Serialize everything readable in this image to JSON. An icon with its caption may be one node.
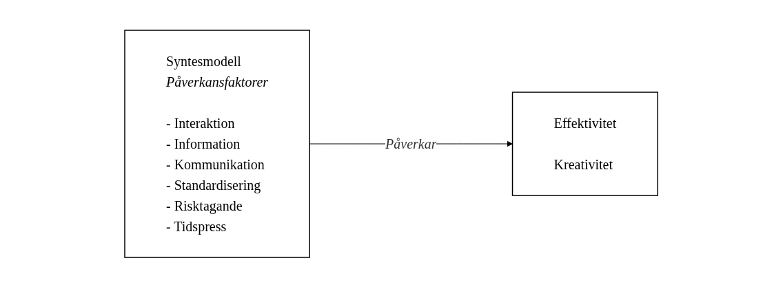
{
  "diagram": {
    "nodes": [
      {
        "text": [
          "Syntesmodell",
          "Påverkansfaktorer",
          "- Interaktion",
          "- Information",
          "- Kommunikation",
          "- Standardisering",
          "- Risktagande",
          "- Tidspress"
        ]
      },
      {
        "text": [
          "Effektivitet",
          "Kreativitet"
        ]
      }
    ],
    "edges": [
      {
        "from": 0,
        "to": 1,
        "arrow": "to",
        "label": "Påverkar"
      }
    ]
  }
}
